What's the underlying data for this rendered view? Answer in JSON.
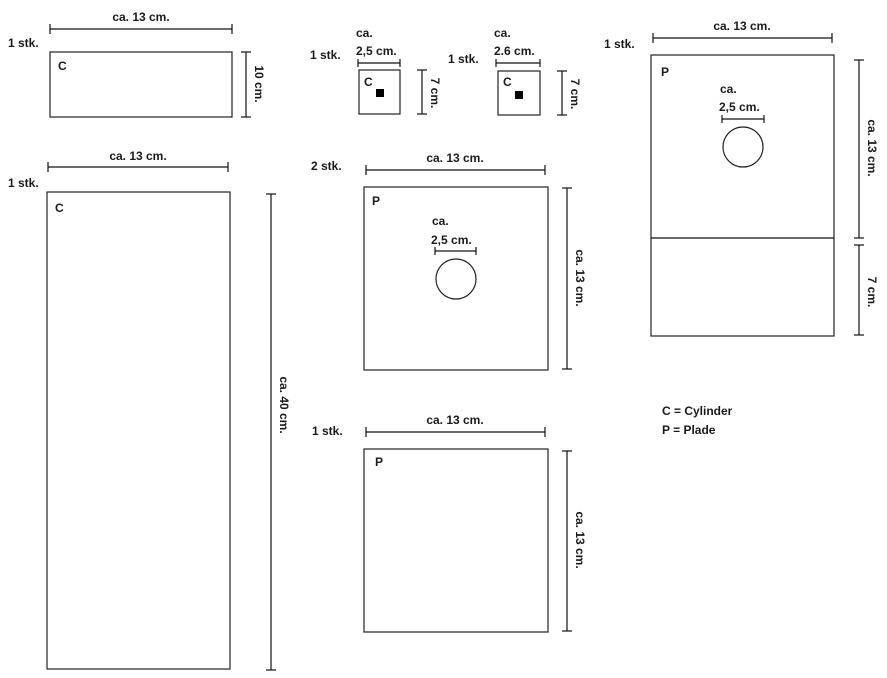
{
  "colors": {
    "line": "#222222",
    "background": "#ffffff",
    "text": "#1a1a1a"
  },
  "legend": {
    "cylinder": "C = Cylinder",
    "plate": "P = Plade"
  },
  "parts": {
    "c_top": {
      "qty": "1 stk.",
      "type": "C",
      "width": "ca. 13 cm.",
      "height": "10 cm."
    },
    "c_long": {
      "qty": "1 stk.",
      "type": "C",
      "width": "ca. 13 cm.",
      "height": "ca. 40 cm."
    },
    "c_small_1": {
      "qty": "1 stk.",
      "type": "C",
      "ca": "ca.",
      "hole": "2,5 cm.",
      "height": "7 cm."
    },
    "c_small_2": {
      "qty": "1 stk.",
      "type": "C",
      "ca": "ca.",
      "hole": "2.6 cm.",
      "height": "7 cm."
    },
    "p_hole": {
      "qty": "2 stk.",
      "type": "P",
      "width": "ca. 13 cm.",
      "height": "ca. 13 cm.",
      "ca": "ca.",
      "hole": "2,5 cm."
    },
    "p_plain": {
      "qty": "1 stk.",
      "type": "P",
      "width": "ca. 13 cm.",
      "height": "ca. 13 cm."
    },
    "p_tall": {
      "qty": "1 stk.",
      "type": "P",
      "width": "ca. 13 cm.",
      "height_top": "ca. 13 cm.",
      "height_bottom": "7 cm.",
      "ca": "ca.",
      "hole": "2,5 cm."
    }
  }
}
